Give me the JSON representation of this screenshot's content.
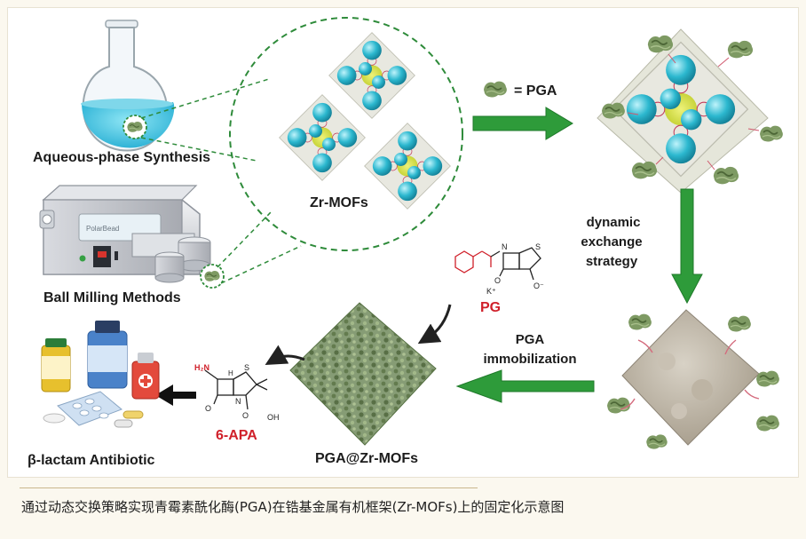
{
  "labels": {
    "aqueous": "Aqueous-phase Synthesis",
    "ball_milling": "Ball Milling Methods",
    "zr_mofs": "Zr-MOFs",
    "pga_legend": "= PGA",
    "dynamic_line1": "dynamic",
    "dynamic_line2": "exchange",
    "dynamic_line3": "strategy",
    "pg": "PG",
    "pga_line1": "PGA",
    "pga_line2": "immobilization",
    "six_apa": "6-APA",
    "pga_zr": "PGA@Zr-MOFs",
    "antibiotic": "β-lactam Antibiotic"
  },
  "chem": {
    "h2n": "H₂N",
    "s": "S",
    "n": "N",
    "o": "O",
    "h": "H",
    "oh": "OH",
    "o_minus": "O⁻",
    "k_plus": "K⁺"
  },
  "mill_screen_text": "PolarBead",
  "caption": "通过动态交换策略实现青霉素酰化酶(PGA)在锆基金属有机框架(Zr-MOFs)上的固定化示意图",
  "colors": {
    "arrow_green": "#2e9b3a",
    "mof_cyan": "#29b3c9",
    "enzyme_green": "#6f8f58",
    "label_red": "#d0202a",
    "dash_green": "#2e8b3a"
  }
}
